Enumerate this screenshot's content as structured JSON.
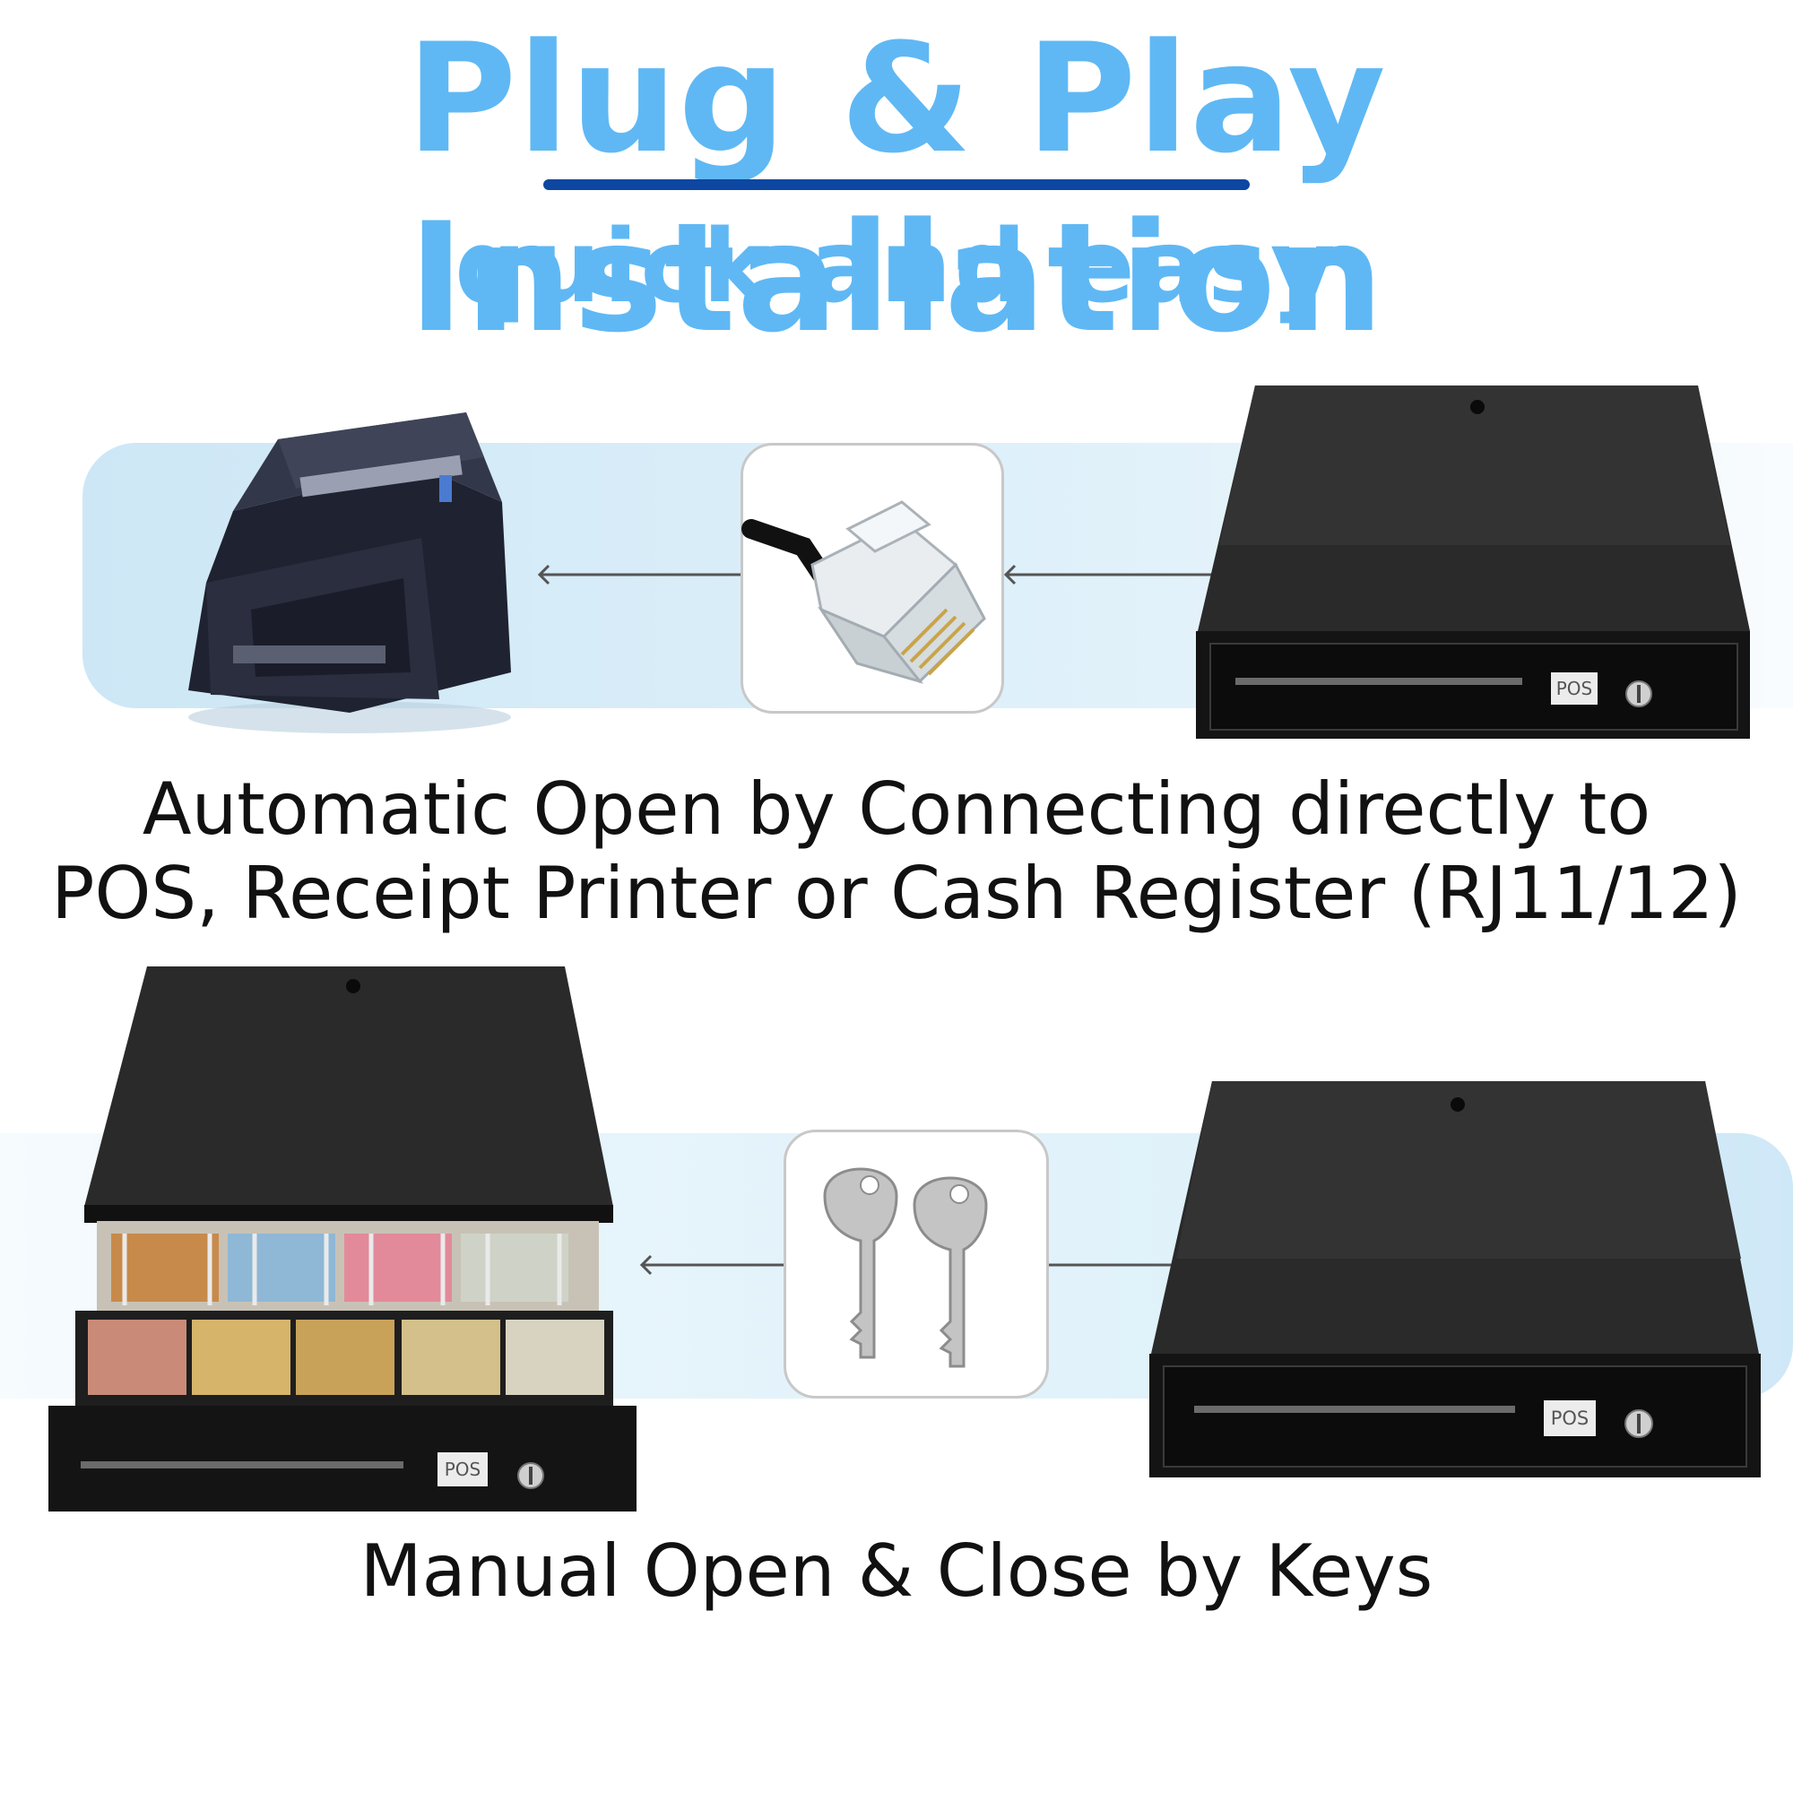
{
  "header": {
    "title": "Plug & Play Installation",
    "subtitle": "quick and easy"
  },
  "section_1": {
    "caption_line_1": "Automatic Open by Connecting directly to",
    "caption_line_2": "POS, Receipt Printer or Cash Register (RJ11/12)",
    "drawer_badge": "POS"
  },
  "section_2": {
    "caption": "Manual Open & Close by Keys",
    "open_drawer_badge": "POS",
    "closed_drawer_badge": "POS"
  },
  "colors": {
    "title": "#5fb8f4",
    "underline": "#0d47a1",
    "band": "#dff1fa",
    "drawer": "#1b1b1b"
  },
  "icons": [
    "receipt-printer-icon",
    "rj11-cable-icon",
    "cash-drawer-icon",
    "open-cash-drawer-icon",
    "keys-icon",
    "arrow-left-icon"
  ]
}
